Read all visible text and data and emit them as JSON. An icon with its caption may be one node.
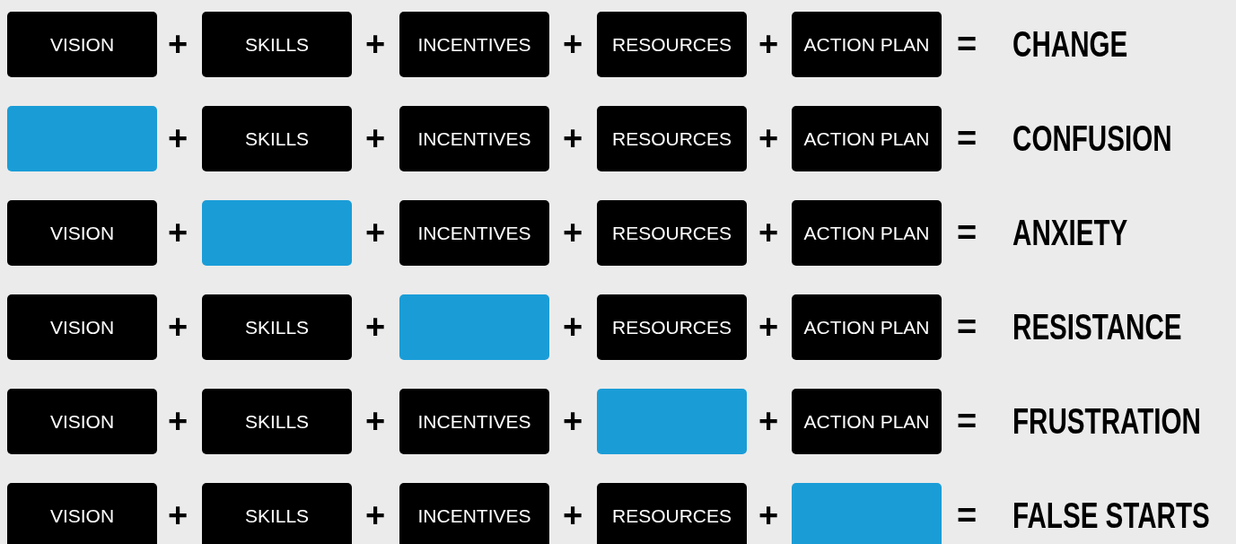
{
  "diagram": {
    "nodes": [
      {
        "text": [
          "VISION"
        ]
      },
      {
        "text": [
          "SKILLS"
        ]
      },
      {
        "text": [
          "INCENTIVES"
        ]
      },
      {
        "text": [
          "RESOURCES"
        ]
      },
      {
        "text": [
          "ACTION PLAN"
        ]
      },
      {
        "text": [],
        "shape": "box"
      },
      {
        "text": [
          "SKILLS"
        ]
      },
      {
        "text": [
          "INCENTIVES"
        ]
      },
      {
        "text": [
          "RESOURCES"
        ]
      },
      {
        "text": [
          "ACTION PLAN"
        ]
      },
      {
        "text": [
          "VISION"
        ]
      },
      {
        "text": [],
        "shape": "box"
      },
      {
        "text": [
          "INCENTIVES"
        ]
      },
      {
        "text": [
          "RESOURCES"
        ]
      },
      {
        "text": [
          "ACTION PLAN"
        ]
      },
      {
        "text": [
          "VISION"
        ]
      },
      {
        "text": [
          "SKILLS"
        ]
      },
      {
        "text": [],
        "shape": "box"
      },
      {
        "text": [
          "RESOURCES"
        ]
      },
      {
        "text": [
          "ACTION PLAN"
        ]
      },
      {
        "text": [
          "VISION"
        ]
      },
      {
        "text": [
          "SKILLS"
        ]
      },
      {
        "text": [
          "INCENTIVES"
        ]
      },
      {
        "text": [],
        "shape": "box"
      },
      {
        "text": [
          "ACTION PLAN"
        ]
      },
      {
        "text": [
          "VISION"
        ]
      },
      {
        "text": [
          "SKILLS"
        ]
      },
      {
        "text": [
          "INCENTIVES"
        ]
      },
      {
        "text": [
          "RESOURCES"
        ]
      },
      {
        "text": [],
        "shape": "box"
      }
    ],
    "labels": [
      "+",
      "+",
      "+",
      "+",
      "=",
      "CHANGE",
      "+",
      "+",
      "+",
      "+",
      "=",
      "CONFUSION",
      "+",
      "+",
      "+",
      "+",
      "=",
      "ANXIETY",
      "+",
      "+",
      "+",
      "+",
      "=",
      "RESISTANCE",
      "+",
      "+",
      "+",
      "+",
      "=",
      "FRUSTRATION",
      "+",
      "+",
      "+",
      "+",
      "=",
      "FALSE STARTS"
    ]
  }
}
